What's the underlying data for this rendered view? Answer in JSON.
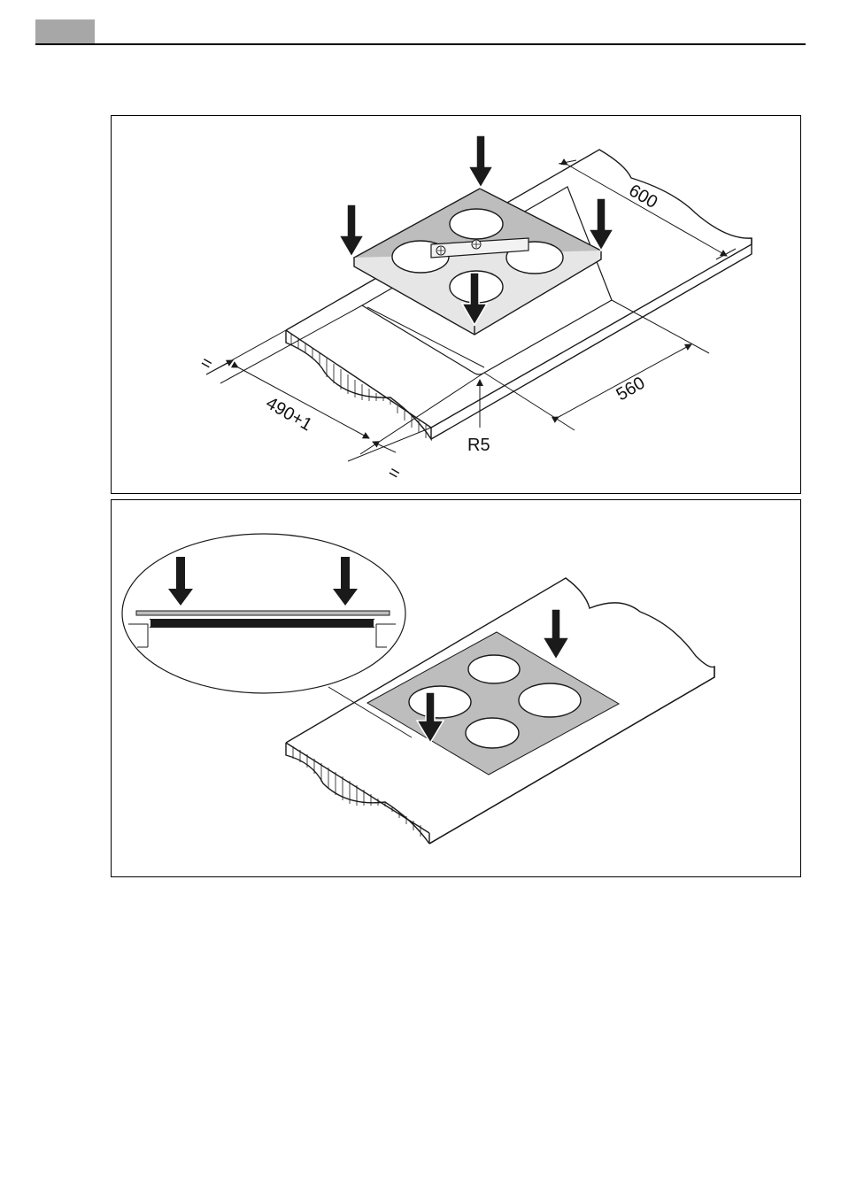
{
  "header": {
    "tab_color": "#a7a7a7"
  },
  "top_diagram": {
    "dimensions": {
      "depth": "600",
      "cutout_width": "560",
      "cutout_depth": "490+1",
      "corner_radius": "R5",
      "equal_left": "=",
      "equal_bottom": "="
    }
  },
  "colors": {
    "hob_fill": "#bdbdbd",
    "line": "#1a1a1a",
    "arrow": "#1a1a1a"
  }
}
